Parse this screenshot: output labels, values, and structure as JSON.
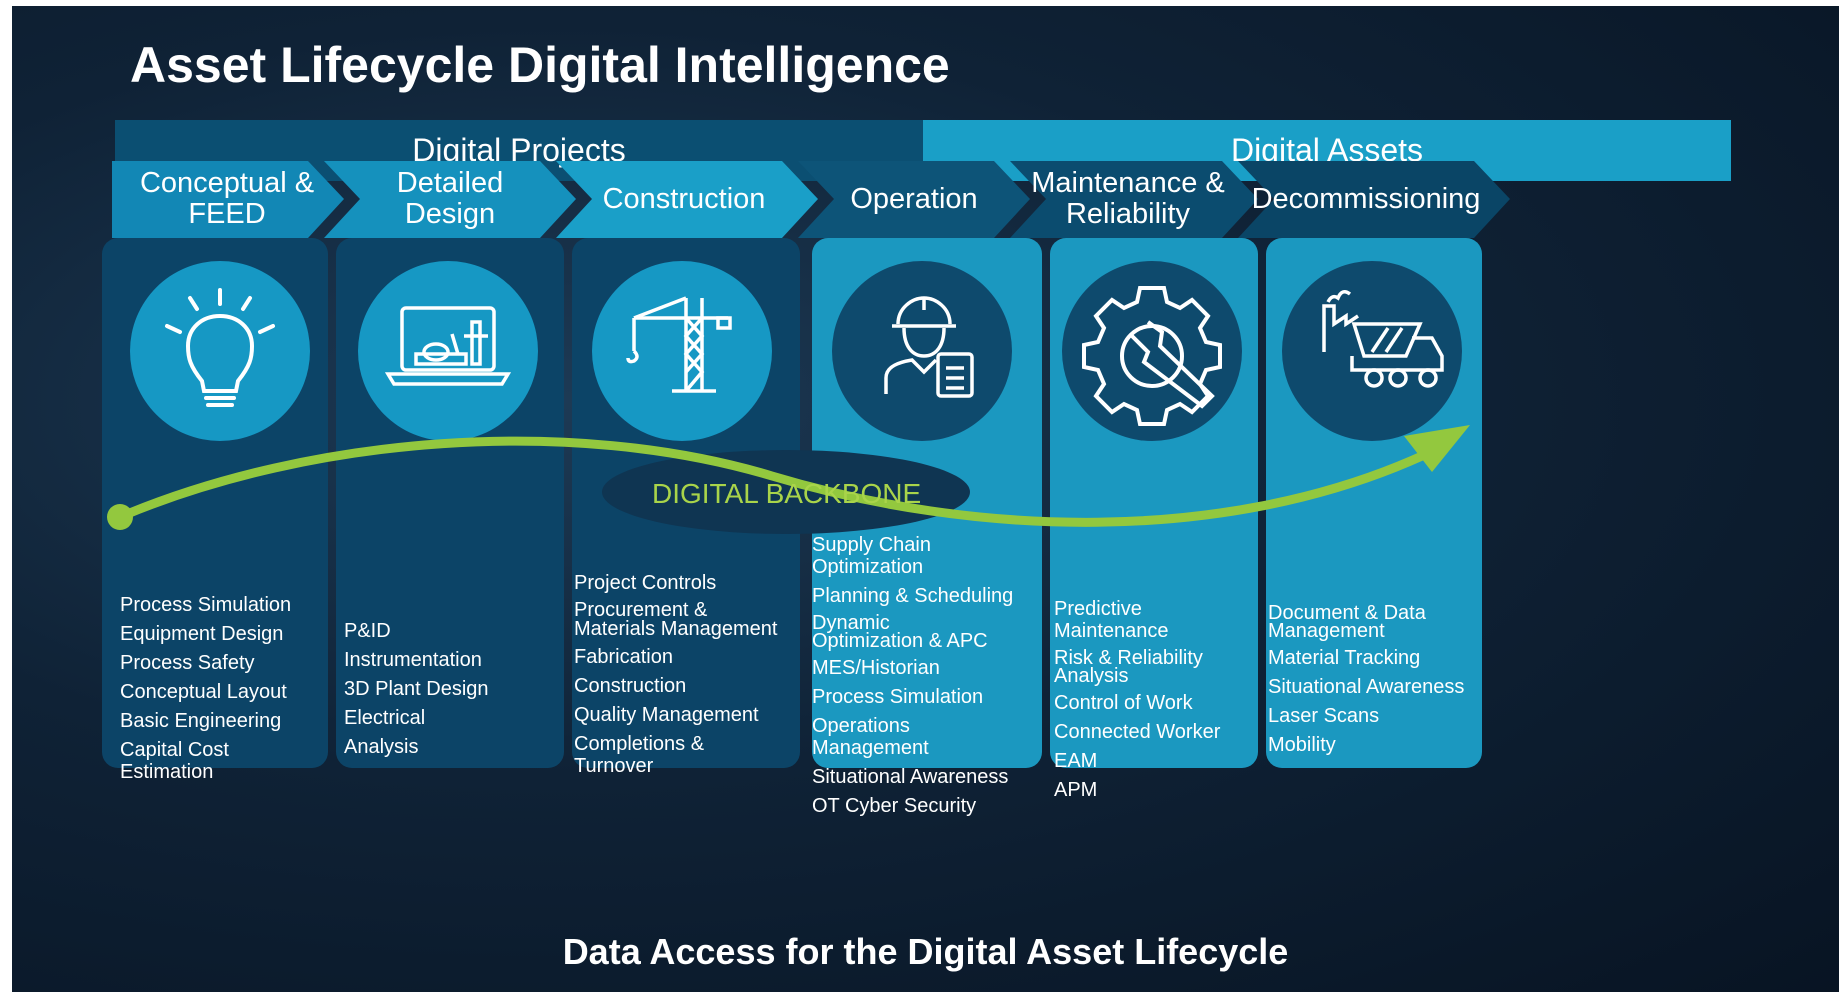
{
  "title": "Asset Lifecycle Digital Intelligence",
  "headers": {
    "projects": "Digital Projects",
    "assets": "Digital Assets"
  },
  "stages": [
    {
      "line1": "Conceptual &",
      "line2": "FEED",
      "icon": "lightbulb-icon",
      "items": [
        "Process Simulation",
        "Equipment Design",
        "Process Safety",
        "Conceptual Layout",
        "Basic Engineering",
        "Capital Cost Estimation"
      ]
    },
    {
      "line1": "Detailed Design",
      "line2": "",
      "icon": "laptop-plant-icon",
      "items": [
        "P&ID",
        "Instrumentation",
        "3D Plant Design",
        "Electrical",
        "Analysis"
      ]
    },
    {
      "line1": "Construction",
      "line2": "",
      "icon": "crane-icon",
      "items": [
        "Project Controls",
        "Procurement & Materials Management",
        "Fabrication",
        "Construction",
        "Quality Management",
        "Completions & Turnover"
      ]
    },
    {
      "line1": "Operation",
      "line2": "",
      "icon": "worker-icon",
      "items": [
        "Supply Chain Optimization",
        "Planning & Scheduling",
        "Dynamic Optimization & APC",
        "MES/Historian",
        "Process Simulation",
        "Operations Management",
        "Situational Awareness",
        "OT Cyber Security"
      ]
    },
    {
      "line1": "Maintenance &",
      "line2": "Reliability",
      "icon": "gear-wrench-icon",
      "items": [
        "Predictive Maintenance",
        "Risk & Reliability Analysis",
        "Control of Work",
        "Connected Worker",
        "EAM",
        "APM"
      ]
    },
    {
      "line1": "Decommissioning",
      "line2": "",
      "icon": "dump-truck-icon",
      "items": [
        "Document & Data Management",
        "Material Tracking",
        "Situational Awareness",
        "Laser Scans",
        "Mobility"
      ]
    }
  ],
  "backbone_label": "DIGITAL BACKBONE",
  "bottom_title": "Data Access for the Digital Asset Lifecycle",
  "colors": {
    "dark_panel": "#0e4567",
    "light_panel": "#1c98c1",
    "accent_green": "#93c83e",
    "backbone_text": "#a9d44a"
  }
}
